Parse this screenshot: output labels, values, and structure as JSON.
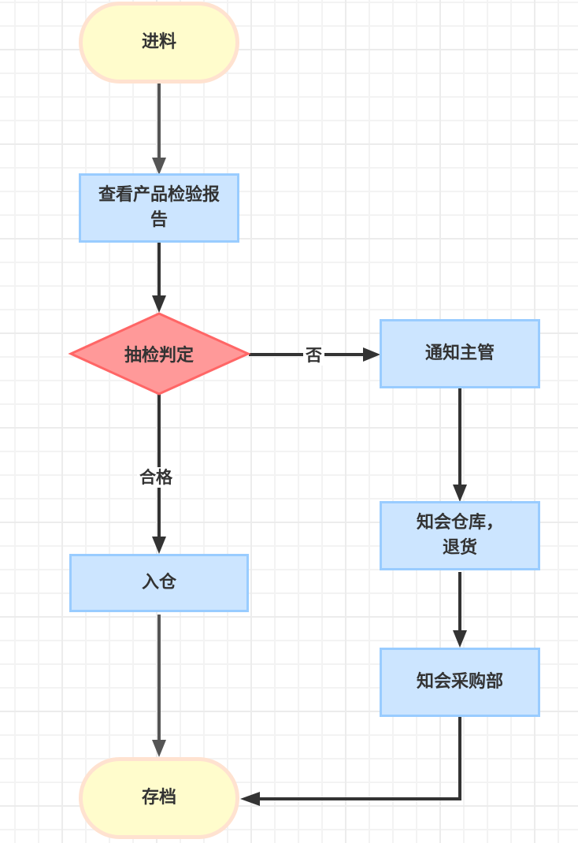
{
  "diagram": {
    "type": "flowchart",
    "nodes": {
      "start": {
        "label": "进料",
        "shape": "terminal"
      },
      "check_report": {
        "label": "查看产品检验报告",
        "shape": "process"
      },
      "sampling": {
        "label": "抽检判定",
        "shape": "decision"
      },
      "notify_supervisor": {
        "label": "通知主管",
        "shape": "process"
      },
      "notify_warehouse": {
        "label": "知会仓库，退货",
        "shape": "process"
      },
      "notify_purchasing": {
        "label": "知会采购部",
        "shape": "process"
      },
      "warehousing": {
        "label": "入仓",
        "shape": "process"
      },
      "archive": {
        "label": "存档",
        "shape": "terminal"
      }
    },
    "edges": [
      {
        "from": "start",
        "to": "check_report",
        "label": ""
      },
      {
        "from": "check_report",
        "to": "sampling",
        "label": ""
      },
      {
        "from": "sampling",
        "to": "notify_supervisor",
        "label": "否"
      },
      {
        "from": "sampling",
        "to": "warehousing",
        "label": "合格"
      },
      {
        "from": "notify_supervisor",
        "to": "notify_warehouse",
        "label": ""
      },
      {
        "from": "notify_warehouse",
        "to": "notify_purchasing",
        "label": ""
      },
      {
        "from": "warehousing",
        "to": "archive",
        "label": ""
      },
      {
        "from": "notify_purchasing",
        "to": "archive",
        "label": ""
      }
    ],
    "colors": {
      "terminal_fill": "#fffccc",
      "terminal_stroke": "#ffe2d0",
      "process_fill": "#cce5ff",
      "process_stroke": "#99ccff",
      "decision_fill": "#ff9999",
      "decision_stroke": "#ff6666",
      "edge_dark": "#333333",
      "edge_gray": "#555555",
      "text": "#333333"
    }
  }
}
